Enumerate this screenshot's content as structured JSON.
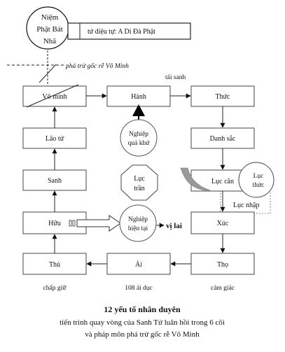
{
  "top": {
    "circle_text": [
      "Niệm",
      "Phật Bát",
      "Nhã"
    ],
    "sign_label": "tứ diệu tự: A Di Đà Phật",
    "dash_label": "phá trừ gốc rễ Vô Minh",
    "rebirth_label": "tái sanh"
  },
  "nodes": {
    "vo_minh": "Vô minh",
    "hanh": "Hành",
    "thuc": "Thức",
    "lao_tu": "Lão tử",
    "danh_sac": "Danh sắc",
    "sanh": "Sanh",
    "luc_can": "Lục căn",
    "huu": "Hữu",
    "xuc": "Xúc",
    "thu": "Thủ",
    "ai": "Ái",
    "tho": "Thọ"
  },
  "extras": {
    "nghiep_qua_khu": [
      "Nghiệp",
      "quá khứ"
    ],
    "luc_tran": [
      "Lục",
      "trần"
    ],
    "luc_thuc": [
      "Lục",
      "thức"
    ],
    "luc_nhap": "Lục nhập",
    "nghiep_hien_tai": [
      "Nghiệp",
      "hiện tại"
    ],
    "vi_lai": "vị lai"
  },
  "captions": {
    "thu": "chấp giữ",
    "ai": "108 ái dục",
    "tho": "cảm giác"
  },
  "footer": {
    "title": "12 yếu tố nhân duyên",
    "line1": "tiến trình quay vòng của Sanh Tử luân hồi trong 6 cõi",
    "line2": "và pháp môn phá trừ gốc rễ Vô Minh"
  }
}
